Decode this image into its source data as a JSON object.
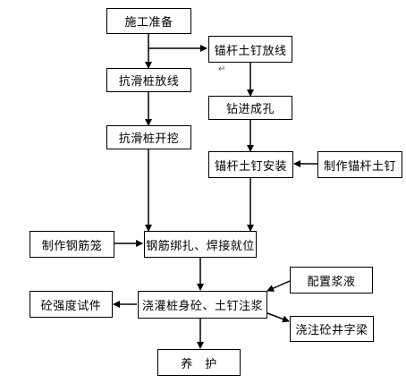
{
  "nodes": {
    "prep": "施工准备",
    "anchor_layout": "锚杆土钉放线",
    "pile_layout": "抗滑桩放线",
    "drill": "钻进成孔",
    "pile_excavate": "抗滑桩开挖",
    "anchor_install": "锚杆土钉安装",
    "anchor_make": "制作锚杆土钉",
    "cage_make": "制作钢筋笼",
    "cage_bind": "钢筋绑扎、焊接就位",
    "grout_mix": "配置浆液",
    "specimen": "砼强度试件",
    "pour": "浇灌桩身砼、土钉注浆",
    "beam": "浇注砼井字梁",
    "cure": "养　护"
  },
  "mark_symbol": "↵"
}
